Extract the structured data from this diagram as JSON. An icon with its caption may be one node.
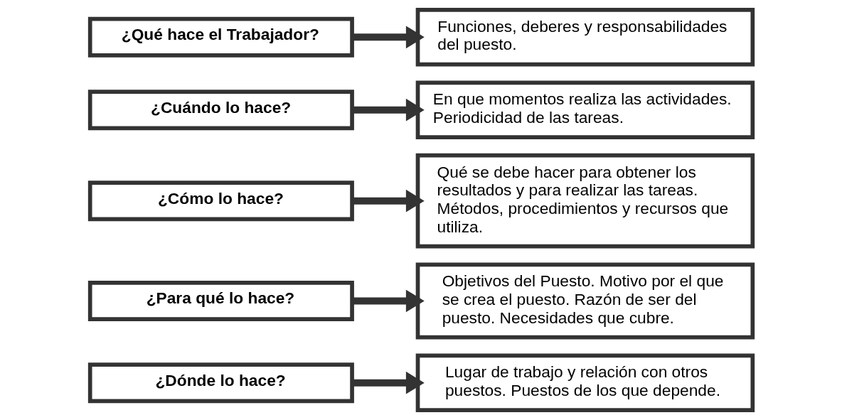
{
  "diagram": {
    "nodes": [
      {
        "text": [
          "¿Qué hace el Trabajador?"
        ]
      },
      {
        "text": [
          "Funciones, deberes y responsabilidades del puesto."
        ]
      },
      {
        "text": [
          "¿Cuándo lo hace?"
        ]
      },
      {
        "text": [
          "En que momentos realiza las actividades. Periodicidad de las tareas."
        ]
      },
      {
        "text": [
          "¿Cómo lo hace?"
        ]
      },
      {
        "text": [
          "Qué se debe hacer para obtener los resultados y para realizar las tareas. Métodos, procedimientos y recursos que utiliza."
        ]
      },
      {
        "text": [
          "¿Para qué lo hace?"
        ]
      },
      {
        "text": [
          "Objetivos del Puesto. Motivo por el que se crea el puesto. Razón de ser del puesto. Necesidades que cubre."
        ]
      },
      {
        "text": [
          "¿Dónde lo hace?"
        ]
      },
      {
        "text": [
          "Lugar de trabajo y relación con otros puestos. Puestos de los que depende."
        ]
      }
    ],
    "edges": [
      {
        "from": 0,
        "to": 1,
        "arrow": "to"
      },
      {
        "from": 2,
        "to": 3,
        "arrow": "to"
      },
      {
        "from": 4,
        "to": 5,
        "arrow": "to"
      },
      {
        "from": 6,
        "to": 7,
        "arrow": "to"
      },
      {
        "from": 8,
        "to": 9,
        "arrow": "to"
      }
    ]
  }
}
